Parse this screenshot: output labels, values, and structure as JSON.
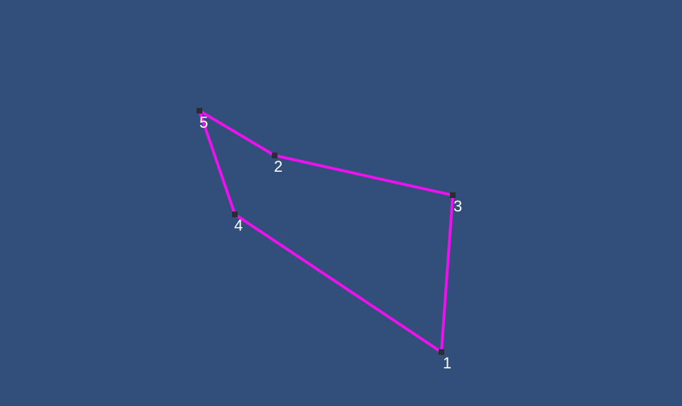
{
  "colors": {
    "background": "#314f7a",
    "edge": "#ef10ef",
    "vertex": "#2b2b33",
    "label": "#ffffff"
  },
  "polygon": {
    "vertices": [
      {
        "label": "1"
      },
      {
        "label": "2"
      },
      {
        "label": "3"
      },
      {
        "label": "4"
      },
      {
        "label": "5"
      }
    ]
  }
}
